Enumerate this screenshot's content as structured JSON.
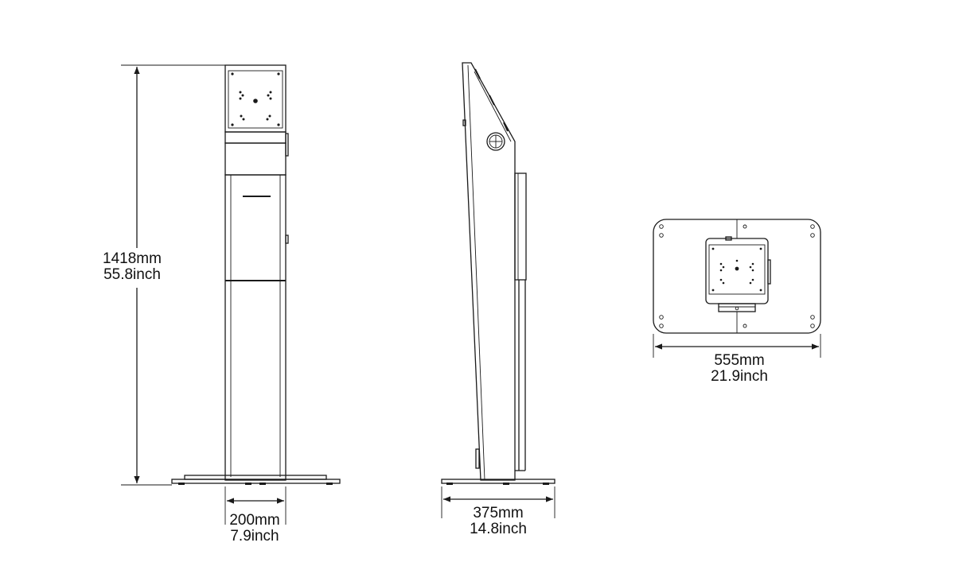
{
  "dimensions": {
    "height": {
      "metric": "1418mm",
      "imperial": "55.8inch"
    },
    "front_width": {
      "metric": "200mm",
      "imperial": "7.9inch"
    },
    "side_depth": {
      "metric": "375mm",
      "imperial": "14.8inch"
    },
    "base_width": {
      "metric": "555mm",
      "imperial": "21.9inch"
    }
  }
}
